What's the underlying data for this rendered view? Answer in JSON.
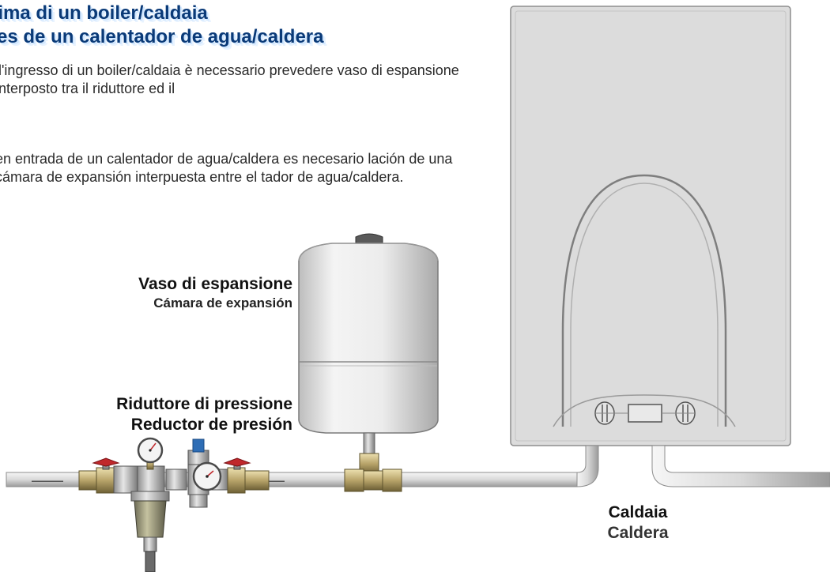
{
  "heading": {
    "line1": "rima di un boiler/caldaia",
    "line2": "tes de un calentador de agua/caldera"
  },
  "paragraphs": {
    "italian": "ll'ingresso di un boiler/caldaia è necessario prevedere vaso di espansione interposto tra il riduttore ed il",
    "spanish": "en entrada de un calentador de agua/caldera es necesario lación de una cámara de expansión interpuesta entre el tador de agua/caldera."
  },
  "labels": {
    "expansion_vessel": {
      "primary": "Vaso di espansione",
      "secondary": "Cámara de expansión"
    },
    "pressure_reducer": {
      "primary": "Riduttore di pressione",
      "secondary": "Reductor de presión"
    },
    "boiler": {
      "primary": "Caldaia",
      "secondary": "Caldera"
    }
  },
  "colors": {
    "heading": "#0a3a78",
    "heading_glow": "#cfe6ff",
    "valve_handle": "#c0282c",
    "reducer_cap": "#2e6db5",
    "brass": "#b8a46a",
    "boiler_body": "#dcdcdc",
    "pipe": "#e2e2e2"
  }
}
